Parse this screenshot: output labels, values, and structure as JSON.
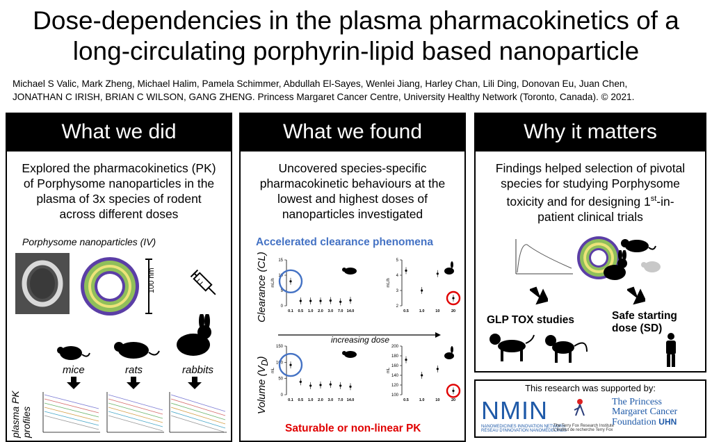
{
  "header": {
    "title_line1": "Dose-dependencies in the plasma pharmacokinetics of a",
    "title_line2": "long-circulating porphyrin-lipid based nanoparticle",
    "authors_line1": "Michael S Valic, Mark Zheng, Michael Halim, Pamela Schimmer, Abdullah El-Sayes, Wenlei Jiang, Harley Chan, Lili Ding, Donovan Eu, Juan Chen,",
    "authors_line2": "JONATHAN C IRISH, BRIAN C WILSON, GANG ZHENG. Princess Margaret Cancer Centre, University Healthy Network (Toronto, Canada). © 2021."
  },
  "panel1": {
    "heading": "What we did",
    "text_l1": "Explored the pharmacokinetics (PK)",
    "text_l2": "of Porphysome nanoparticles in the",
    "text_l3": "plasma of 3x species of rodent",
    "text_l4": "across different doses",
    "nano_label": "Porphysome nanoparticles (IV)",
    "scale_label": "100 nm",
    "species": [
      "mice",
      "rats",
      "rabbits"
    ],
    "pk_label_l1": "plasma PK",
    "pk_label_l2": "profiles",
    "line_colors": [
      "#7b7bd4",
      "#d46b6b",
      "#6bb36b",
      "#d4a04a",
      "#4aa8c8",
      "#999999"
    ]
  },
  "panel2": {
    "heading": "What we found",
    "text_l1": "Uncovered species-specific",
    "text_l2": "pharmacokinetic behaviours at the",
    "text_l3": "lowest and highest doses of",
    "text_l4": "nanoparticles investigated",
    "accel_label": "Accelerated clearance phenomena",
    "clearance_axis": "Clearance (CL)",
    "volume_axis_main": "Volume (V",
    "volume_axis_sub": "D",
    "volume_axis_end": ")",
    "increasing_dose": "increasing dose",
    "saturable_label": "Saturable or non-linear PK",
    "accent_blue": "#4472c4",
    "accent_red": "#e00000"
  },
  "panel3": {
    "heading": "Why it matters",
    "text_l1": "Findings helped selection of pivotal",
    "text_l2": "species for studying Porphysome",
    "text_l3a": "toxicity and for designing 1",
    "text_l3sup": "st",
    "text_l3b": "-in-",
    "text_l4": "patient clinical trials",
    "glp_label": "GLP TOX studies",
    "safe_l1": "Safe starting",
    "safe_l2": "dose (SD)"
  },
  "support": {
    "label": "This research was supported by:",
    "nmin": "NMIN",
    "nmin_sub1": "NANOMEDICINES INNOVATION NETWORK",
    "nmin_sub2": "RÉSEAU D'INNOVATION NANOMÉDECINES",
    "terryfox_l1": "The Terry Fox Research Institute",
    "terryfox_l2": "L'Institut de recherche Terry Fox",
    "pm_l1": "The Princess",
    "pm_l2": "Margaret Cancer",
    "pm_l3": "Foundation",
    "pm_uhn": "UHN"
  },
  "chart_data": [
    {
      "type": "scatter",
      "ylabel": "mL/h",
      "categories": [
        "0.1",
        "0.5",
        "1.0",
        "2.0",
        "3.0",
        "7.0",
        "14.0"
      ],
      "values": [
        8,
        1.6,
        1.6,
        1.6,
        1.7,
        1.3,
        1.8
      ],
      "ylim": [
        0,
        15
      ],
      "ticks": [
        "0",
        "5",
        "10",
        "15"
      ]
    },
    {
      "type": "scatter",
      "ylabel": "mL/h",
      "categories": [
        "0.5",
        "1.0",
        "10",
        "20"
      ],
      "values": [
        4.3,
        3.0,
        4.1,
        2.5
      ],
      "ylim": [
        2,
        5
      ],
      "ticks": [
        "2",
        "3",
        "4",
        "5"
      ]
    },
    {
      "type": "scatter",
      "ylabel": "mL",
      "categories": [
        "0.1",
        "0.5",
        "1.0",
        "2.0",
        "3.0",
        "7.0",
        "14.0"
      ],
      "values": [
        92,
        40,
        28,
        30,
        32,
        28,
        25
      ],
      "ylim": [
        0,
        150
      ],
      "ticks": [
        "0",
        "50",
        "100",
        "150"
      ]
    },
    {
      "type": "scatter",
      "ylabel": "mL",
      "categories": [
        "0.5",
        "1.0",
        "10",
        "20"
      ],
      "values": [
        172,
        140,
        153,
        108
      ],
      "ylim": [
        100,
        200
      ],
      "ticks": [
        "100",
        "120",
        "140",
        "160",
        "180",
        "200"
      ]
    }
  ]
}
